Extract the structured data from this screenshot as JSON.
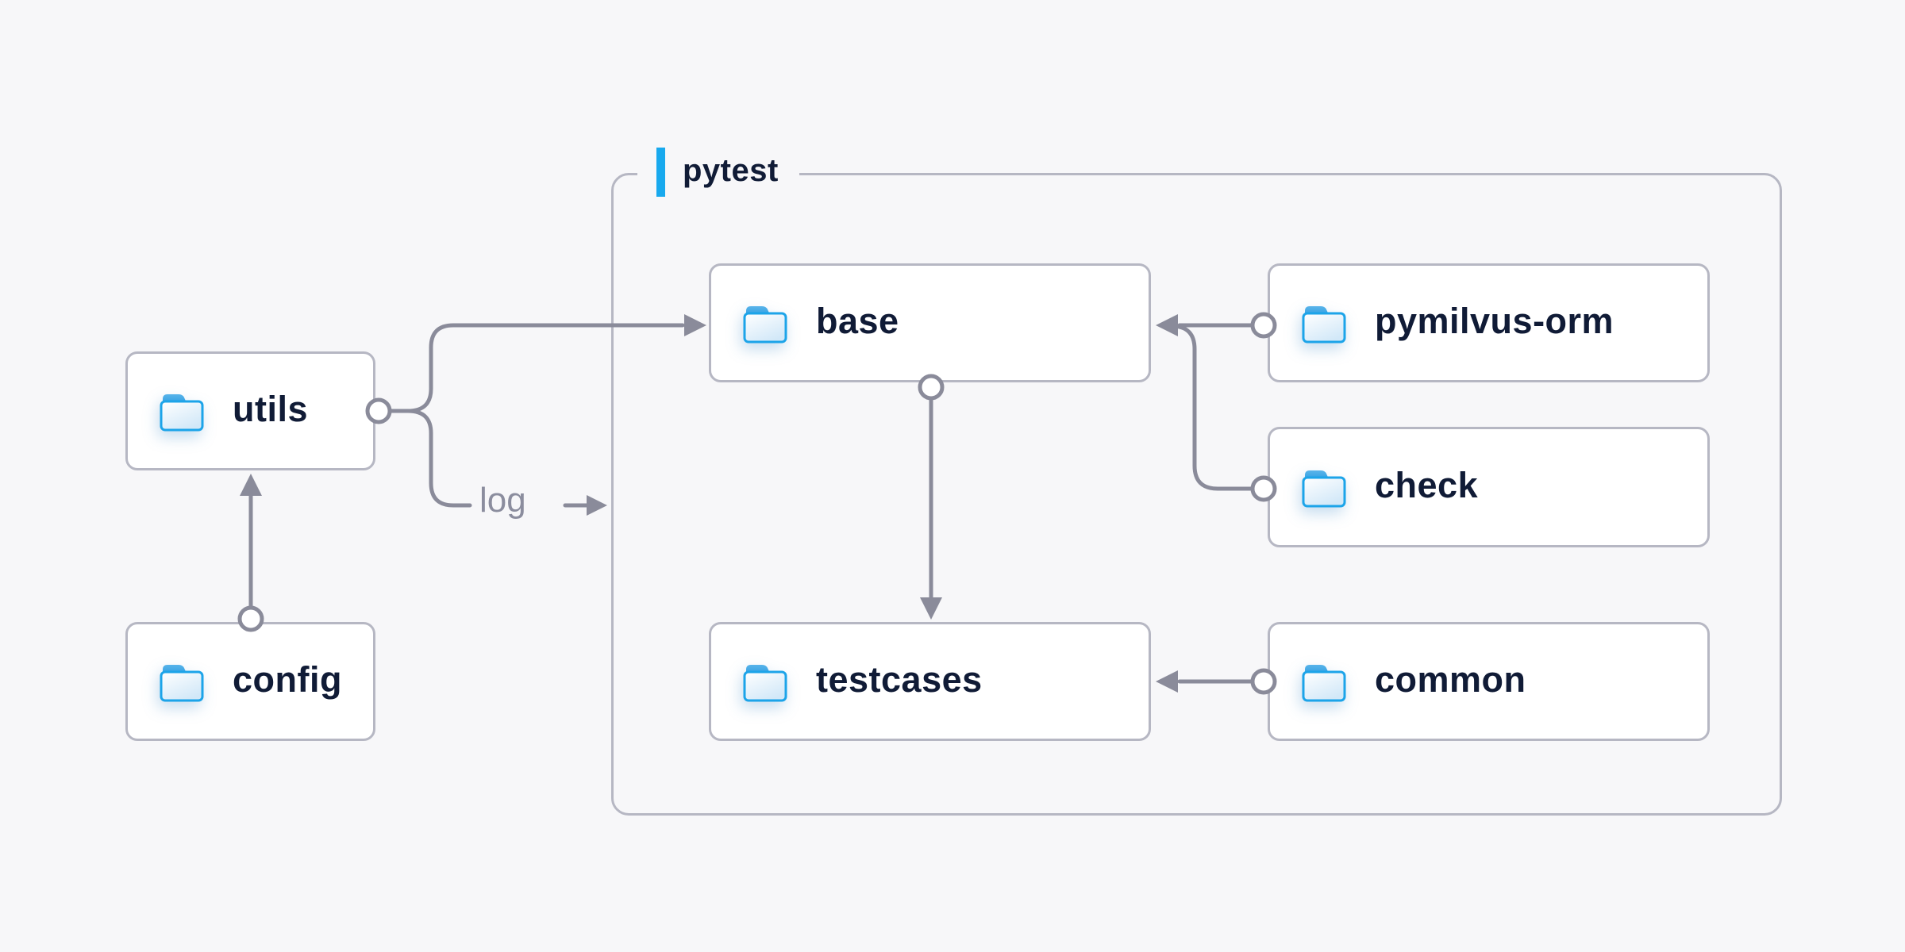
{
  "page": {
    "background_color": "#f7f7f9"
  },
  "container": {
    "label": "pytest",
    "accent_color": "#18a9ee",
    "border_color": "#b6b7c3"
  },
  "nodes": {
    "utils": {
      "label": "utils",
      "icon": "folder-icon"
    },
    "config": {
      "label": "config",
      "icon": "folder-icon"
    },
    "base": {
      "label": "base",
      "icon": "folder-icon"
    },
    "pymilvus_orm": {
      "label": "pymilvus-orm",
      "icon": "folder-icon"
    },
    "check": {
      "label": "check",
      "icon": "folder-icon"
    },
    "testcases": {
      "label": "testcases",
      "icon": "folder-icon"
    },
    "common": {
      "label": "common",
      "icon": "folder-icon"
    }
  },
  "edges": {
    "log_label": "log",
    "line_color": "#8a8b9a",
    "connections": [
      {
        "from": "utils",
        "to": "base",
        "style": "arrow"
      },
      {
        "from": "utils",
        "to": "log",
        "style": "arrow-into-container"
      },
      {
        "from": "config",
        "to": "utils",
        "style": "arrow"
      },
      {
        "from": "pymilvus-orm",
        "to": "base",
        "style": "arrow"
      },
      {
        "from": "check",
        "to": "base",
        "style": "arrow-merged"
      },
      {
        "from": "base",
        "to": "testcases",
        "style": "arrow"
      },
      {
        "from": "common",
        "to": "testcases",
        "style": "arrow"
      }
    ]
  },
  "colors": {
    "node_fill": "#ffffff",
    "node_border": "#b6b7c3",
    "node_text": "#101b36",
    "connector": "#8a8b9a",
    "edge_label_text": "#8b8d9e",
    "folder_stroke": "#1ca4e9",
    "folder_tab_top": "#59b4ea",
    "folder_tab_bottom": "#2d9ce1",
    "folder_body_top": "#ffffff",
    "folder_body_bottom": "#d2e8f8"
  }
}
